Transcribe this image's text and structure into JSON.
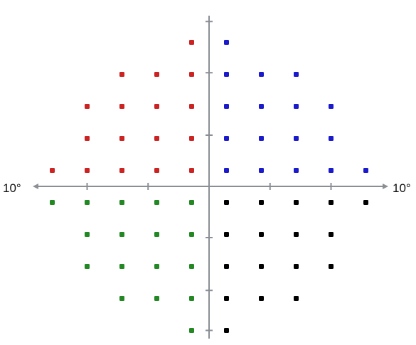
{
  "chart_data": {
    "type": "scatter",
    "title": "",
    "xlabel": "",
    "ylabel": "",
    "grid": false,
    "legend": "none",
    "xlim": [
      -10,
      10
    ],
    "ylim": [
      -9,
      10
    ],
    "x_axis_end_labels": {
      "left": "10°",
      "right": "10°"
    },
    "series": [
      {
        "color": "#cc2222",
        "points": [
          [
            -1,
            9
          ],
          [
            -5,
            7
          ],
          [
            -3,
            7
          ],
          [
            -1,
            7
          ],
          [
            -7,
            5
          ],
          [
            -5,
            5
          ],
          [
            -3,
            5
          ],
          [
            -1,
            5
          ],
          [
            -7,
            3
          ],
          [
            -5,
            3
          ],
          [
            -3,
            3
          ],
          [
            -1,
            3
          ],
          [
            -9,
            1
          ],
          [
            -7,
            1
          ],
          [
            -5,
            1
          ],
          [
            -3,
            1
          ],
          [
            -1,
            1
          ]
        ]
      },
      {
        "color": "#1a1acc",
        "points": [
          [
            1,
            9
          ],
          [
            1,
            7
          ],
          [
            3,
            7
          ],
          [
            5,
            7
          ],
          [
            1,
            5
          ],
          [
            3,
            5
          ],
          [
            5,
            5
          ],
          [
            7,
            5
          ],
          [
            1,
            3
          ],
          [
            3,
            3
          ],
          [
            5,
            3
          ],
          [
            7,
            3
          ],
          [
            1,
            1
          ],
          [
            3,
            1
          ],
          [
            5,
            1
          ],
          [
            7,
            1
          ],
          [
            9,
            1
          ]
        ]
      },
      {
        "color": "#228822",
        "points": [
          [
            -9,
            -1
          ],
          [
            -7,
            -1
          ],
          [
            -5,
            -1
          ],
          [
            -3,
            -1
          ],
          [
            -1,
            -1
          ],
          [
            -7,
            -3
          ],
          [
            -5,
            -3
          ],
          [
            -3,
            -3
          ],
          [
            -1,
            -3
          ],
          [
            -7,
            -5
          ],
          [
            -5,
            -5
          ],
          [
            -3,
            -5
          ],
          [
            -1,
            -5
          ],
          [
            -5,
            -7
          ],
          [
            -3,
            -7
          ],
          [
            -1,
            -7
          ],
          [
            -1,
            -9
          ]
        ]
      },
      {
        "color": "#000000",
        "points": [
          [
            1,
            -1
          ],
          [
            3,
            -1
          ],
          [
            5,
            -1
          ],
          [
            7,
            -1
          ],
          [
            9,
            -1
          ],
          [
            1,
            -3
          ],
          [
            3,
            -3
          ],
          [
            5,
            -3
          ],
          [
            7,
            -3
          ],
          [
            1,
            -5
          ],
          [
            3,
            -5
          ],
          [
            5,
            -5
          ],
          [
            7,
            -5
          ],
          [
            1,
            -7
          ],
          [
            3,
            -7
          ],
          [
            5,
            -7
          ],
          [
            1,
            -9
          ]
        ]
      }
    ]
  }
}
